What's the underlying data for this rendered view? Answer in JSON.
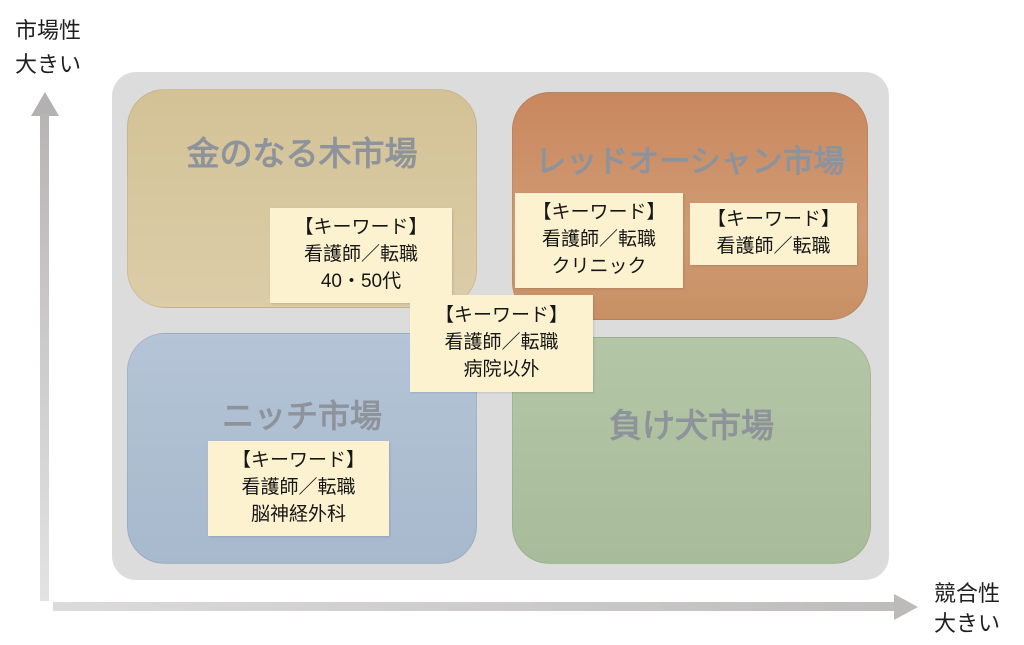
{
  "axes": {
    "y": {
      "line1": "市場性",
      "line2": "大きい"
    },
    "x": {
      "line1": "競合性",
      "line2": "大きい"
    }
  },
  "quadrants": [
    {
      "key": "cash-cow",
      "title": "金のなる木市場",
      "fill": "#d6c59c",
      "position": "top-left"
    },
    {
      "key": "red-ocean",
      "title": "レッドオーシャン市場",
      "fill": "#cc9168",
      "position": "top-right"
    },
    {
      "key": "niche",
      "title": "ニッチ市場",
      "fill": "#aebfd2",
      "position": "bottom-left"
    },
    {
      "key": "loser-dog",
      "title": "負け犬市場",
      "fill": "#adc2a0",
      "position": "bottom-right"
    }
  ],
  "keywords": [
    {
      "quadrant": "cash-cow",
      "lines": [
        "【キーワード】",
        "看護師／転職",
        "40・50代"
      ]
    },
    {
      "quadrant": "red-ocean",
      "lines": [
        "【キーワード】",
        "看護師／転職",
        "クリニック"
      ]
    },
    {
      "quadrant": "red-ocean",
      "lines": [
        "【キーワード】",
        "看護師／転職"
      ]
    },
    {
      "quadrant": "center",
      "lines": [
        "【キーワード】",
        "看護師／転職",
        "病院以外"
      ]
    },
    {
      "quadrant": "niche",
      "lines": [
        "【キーワード】",
        "看護師／転職",
        "脳神経外科"
      ]
    }
  ],
  "colors": {
    "panel_bg": "#dcdcdc",
    "keyword_box_bg": "#fdf2cf",
    "quadrant_title_text": "#8e939b",
    "axis_arrow": "#bdbaba"
  }
}
